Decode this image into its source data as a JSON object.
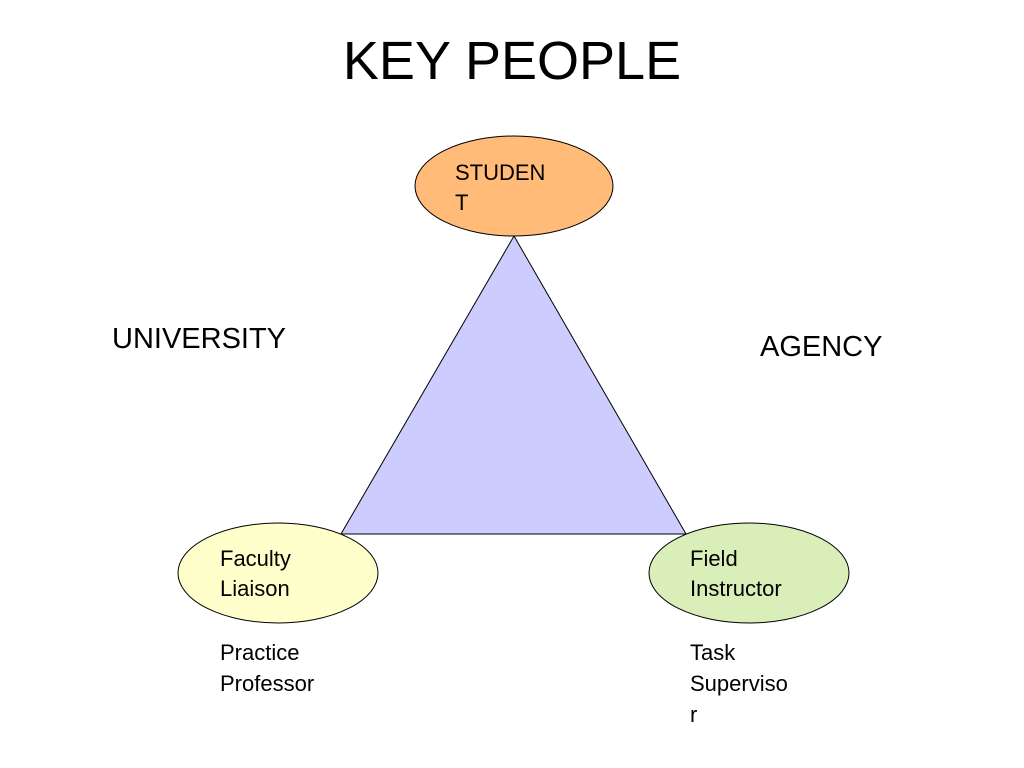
{
  "title": "KEY PEOPLE",
  "nodes": {
    "student": {
      "label": "STUDEN\nT",
      "fill": "#FFBB77"
    },
    "faculty_liaison": {
      "label": "Faculty\nLiaison",
      "fill": "#FFFFCC"
    },
    "field_instructor": {
      "label": "Field\nInstructor",
      "fill": "#D9EEB8"
    }
  },
  "triangle": {
    "fill": "#CCCCFF"
  },
  "side_labels": {
    "university": "UNIVERSITY",
    "agency": "AGENCY"
  },
  "sub_labels": {
    "practice_professor": "Practice\nProfessor",
    "task_supervisor": "Task\nSuperviso\nr"
  }
}
